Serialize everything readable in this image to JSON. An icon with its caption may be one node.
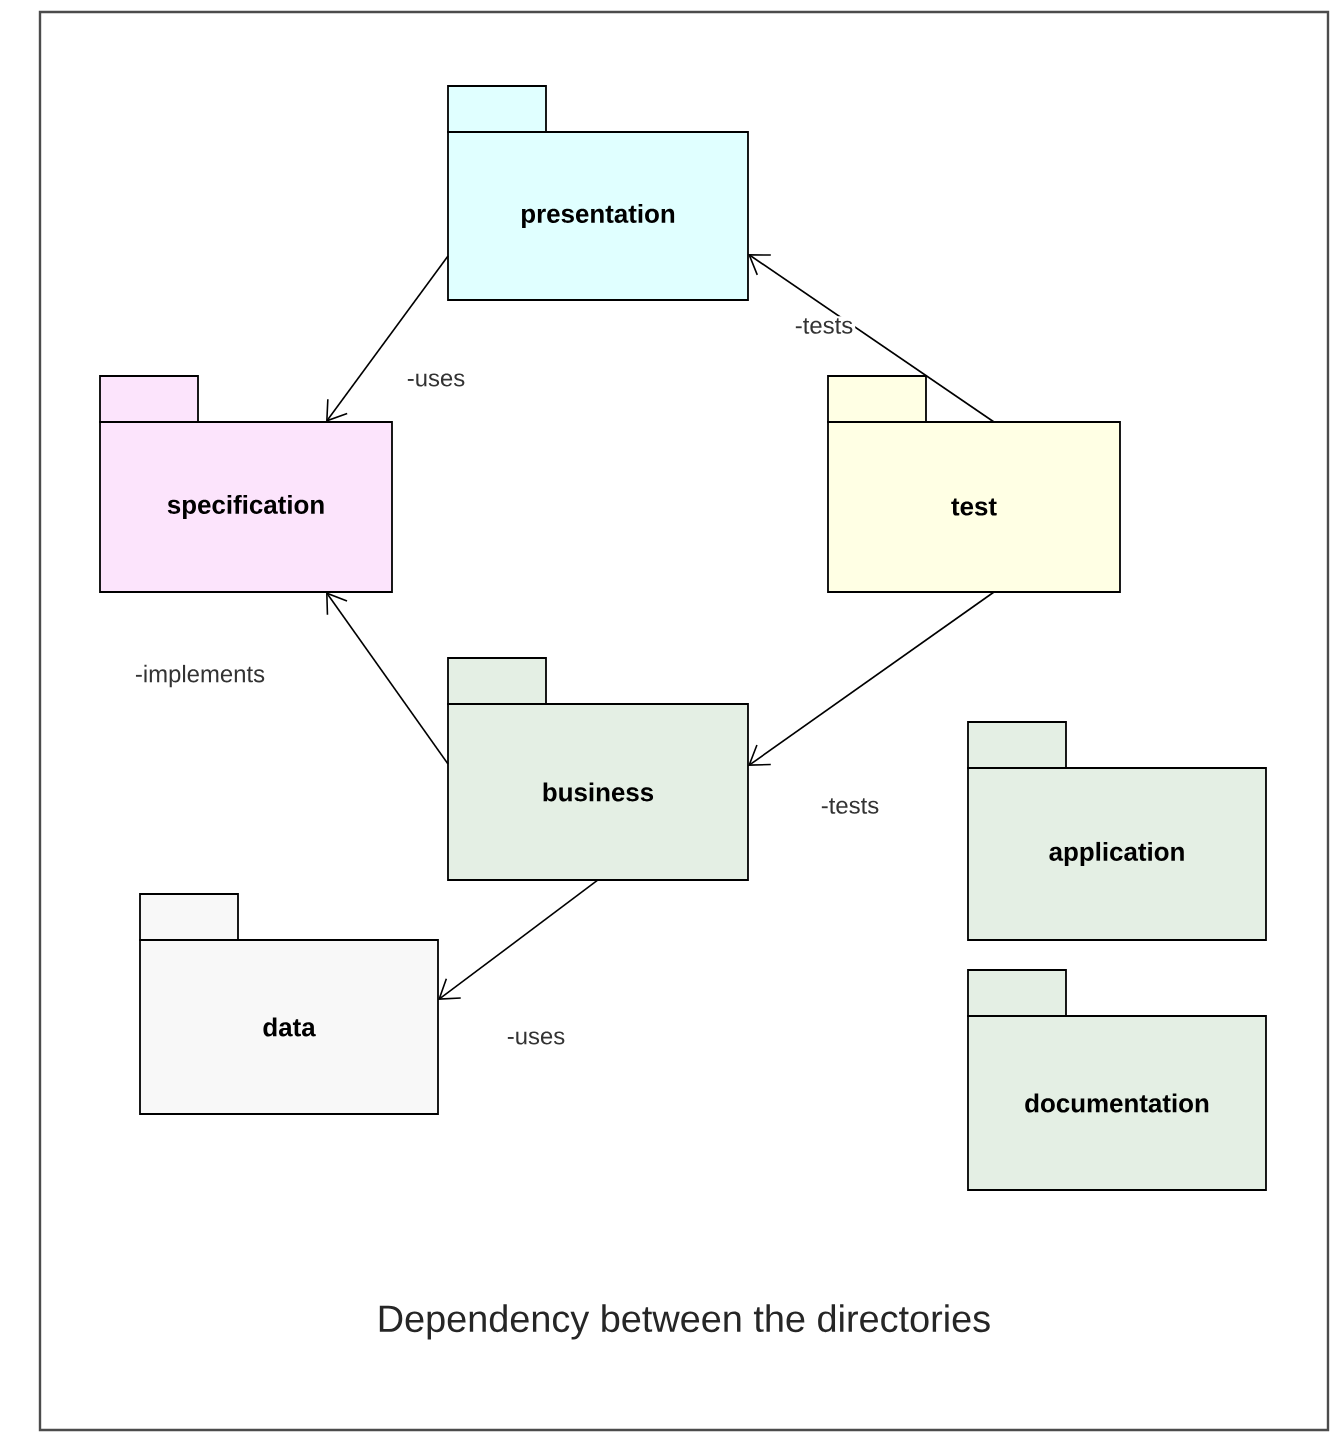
{
  "diagram": {
    "caption": "Dependency between the directories",
    "nodes": [
      {
        "text": [
          "presentation"
        ]
      },
      {
        "text": [
          "specification"
        ]
      },
      {
        "text": [
          "test"
        ]
      },
      {
        "text": [
          "business"
        ]
      },
      {
        "text": [
          "application"
        ]
      },
      {
        "text": [
          "data"
        ]
      },
      {
        "text": [
          "documentation"
        ]
      }
    ],
    "edges": [
      {
        "from": 0,
        "to": 1,
        "arrow": "to",
        "label": "-uses"
      },
      {
        "from": 2,
        "to": 0,
        "arrow": "to",
        "label": "-tests"
      },
      {
        "from": 3,
        "to": 1,
        "arrow": "to",
        "label": "-implements"
      },
      {
        "from": 2,
        "to": 3,
        "arrow": "to",
        "label": "-tests"
      },
      {
        "from": 3,
        "to": 5,
        "arrow": "to",
        "label": "-uses"
      }
    ]
  }
}
